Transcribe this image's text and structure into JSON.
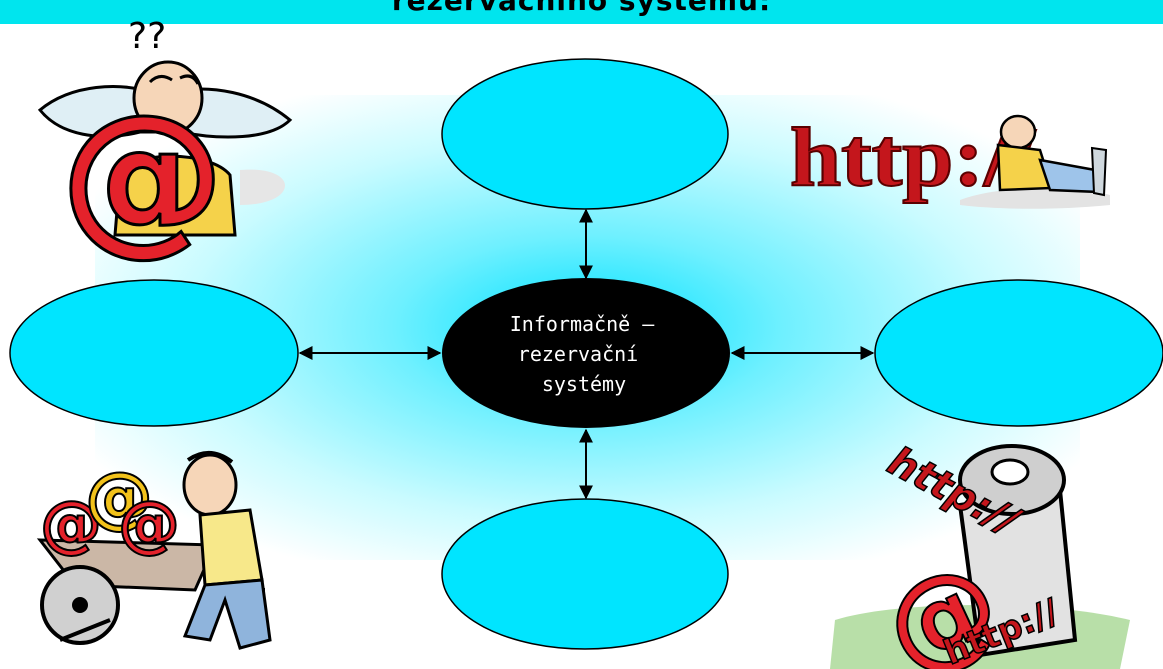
{
  "title": "rezervačního systému:",
  "center_node": {
    "lines": [
      "Informačně –",
      "rezervační",
      "systémy"
    ]
  },
  "decorations": {
    "question_mark_text": "??",
    "http_text": "http://",
    "trash_http_top": "http://",
    "trash_http_bottom": "http://",
    "at_symbol": "@"
  },
  "colors": {
    "node_fill": "#00e5ff",
    "center_fill": "#000000",
    "at_red": "#e4222b",
    "http_red": "#c4161c",
    "title_bar": "#00e5ee"
  }
}
